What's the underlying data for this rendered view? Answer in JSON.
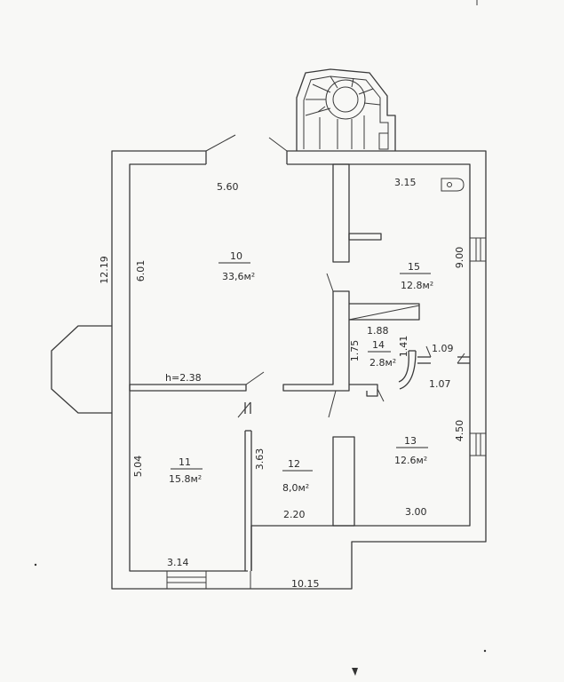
{
  "rooms": [
    {
      "number": "10",
      "area": "33,6м²"
    },
    {
      "number": "11",
      "area": "15.8м²"
    },
    {
      "number": "12",
      "area": "8,0м²"
    },
    {
      "number": "13",
      "area": "12.6м²"
    },
    {
      "number": "14",
      "area": "2.8м²"
    },
    {
      "number": "15",
      "area": "12.8м²"
    }
  ],
  "dimensions": {
    "d_5_60": "5.60",
    "d_3_15": "3.15",
    "d_12_19": "12.19",
    "d_6_01": "6.01",
    "d_9_00": "9.00",
    "d_1_88": "1.88",
    "d_1_75": "1.75",
    "d_1_41": "1.41",
    "d_1_09": "1.09",
    "d_1_07": "1.07",
    "d_h_2_38": "h=2.38",
    "d_5_04": "5.04",
    "d_3_63": "3.63",
    "d_4_50": "4.50",
    "d_2_20": "2.20",
    "d_3_00": "3.00",
    "d_3_14": "3.14",
    "d_10_15": "10.15"
  }
}
